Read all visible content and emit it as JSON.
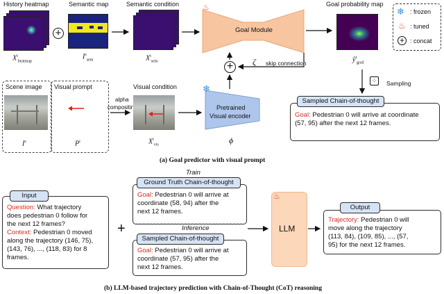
{
  "part_a": {
    "labels": {
      "history_heatmap": "History heatmap",
      "semantic_map": "Semantic map",
      "semantic_condition": "Semantic condition",
      "goal_prob_map": "Goal probability map",
      "scene_image": "Scene image",
      "visual_prompt": "Visual prompt",
      "visual_condition": "Visual condition",
      "alpha_compositing_1": "alpha",
      "alpha_compositing_2": "compositing",
      "goal_module": "Goal Module",
      "skip_connection": "skip connection",
      "encoder_1": "Pretrained",
      "encoder_2": "Visual encoder",
      "sampling": "Sampling",
      "zeta": "ζ",
      "phi": "ϕ"
    },
    "math": {
      "x_heatmap": "X",
      "x_heatmap_sub": "heatmap",
      "x_heatmap_sup": "i",
      "i_sem": "I",
      "i_sem_sub": "sem",
      "i_sem_sup": "s",
      "x_sem": "X",
      "x_sem_sub": "sem",
      "x_sem_sup": "i",
      "y_goal": "ŷ",
      "y_goal_sub": "goal",
      "y_goal_sup": "i",
      "i_s": "I",
      "i_s_sup": "s",
      "p_i": "P",
      "p_i_sup": "i",
      "x_vis": "X",
      "x_vis_sub": "vis",
      "x_vis_sup": "i"
    },
    "legend": {
      "frozen": ": frozen",
      "tuned": ": tuned",
      "concat": ": concat"
    },
    "sampled_cot": {
      "title": "Sampled Chain-of-thought",
      "goal_label": "Goal:",
      "line1": "Pedestrian 0 will arrive at coordinate",
      "line2": "(57, 95) after the next 12 frames."
    },
    "caption": "(a) Goal predictor with visual prompt"
  },
  "part_b": {
    "input": {
      "title": "Input",
      "question_label": "Question:",
      "question_line1": "What trajectory",
      "question_line2": "does pedestrian 0 follow for",
      "question_line3": "the next 12 frames?",
      "context_label": "Context:",
      "context_line1": "Pedestrian 0 moved",
      "context_line2": "along the trajectory (146, 75),",
      "context_line3": "(143, 76), ..., (118, 83) for 8",
      "context_line4": "frames."
    },
    "plus": "+",
    "train_label": "Train",
    "inference_label": "Inference",
    "gt_cot": {
      "title": "Ground Truth Chain-of-thought",
      "goal_label": "Goal:",
      "line1": "Pedestrian 0 will arrive at",
      "line2": "coordinate (58, 94) after the",
      "line3": "next 12 frames."
    },
    "sampled_cot": {
      "title": "Sampled Chain-of-thought",
      "goal_label": "Goal:",
      "line1": "Pedestrian 0 will arrive at",
      "line2": "coordinate (57, 95) after the",
      "line3": "next 12 frames."
    },
    "llm": "LLM",
    "output": {
      "title": "Output",
      "traj_label": "Trajectory:",
      "line1": "Pedestrian 0 will",
      "line2": "move along the trajectory",
      "line3": "(113, 84), (109, 85), ..., (57,",
      "line4": "95) for the next 12 frames."
    },
    "caption": "(b) LLM-based trajectory prediction with Chain-of-Thought (CoT) reasoning"
  },
  "colors": {
    "heatmap_bg": "#3b0f70",
    "semantic_bg": "#1a237e",
    "semantic_band": "#f2e81a",
    "goal_module": "#f7c59f",
    "encoder": "#aec6ec",
    "cot_header": "#d6e3f5",
    "llm": "#fcd7ba",
    "red_text": "#d62d20",
    "snow": "#3b8fe0",
    "fire": "#e8433a"
  }
}
